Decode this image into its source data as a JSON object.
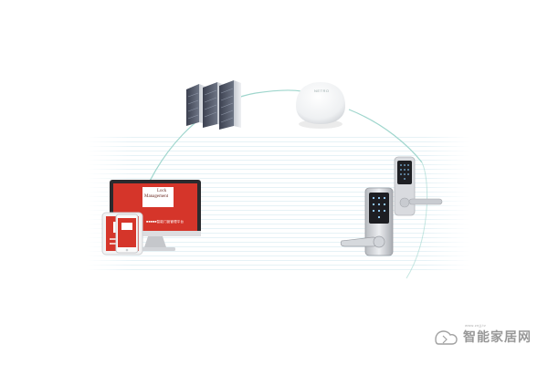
{
  "monitor_screen": {
    "title_line1": "Lock",
    "title_line2": "Management",
    "subtitle": "■■■■■智能门锁管理平台"
  },
  "gateway": {
    "label": "NETRO"
  },
  "watermark": {
    "text": "智能家居网",
    "url": "www.znjj.tv"
  },
  "colors": {
    "brand_red": "#d5352a",
    "arc_teal": "#8fd0c8",
    "silver": "#c9ccd0"
  }
}
